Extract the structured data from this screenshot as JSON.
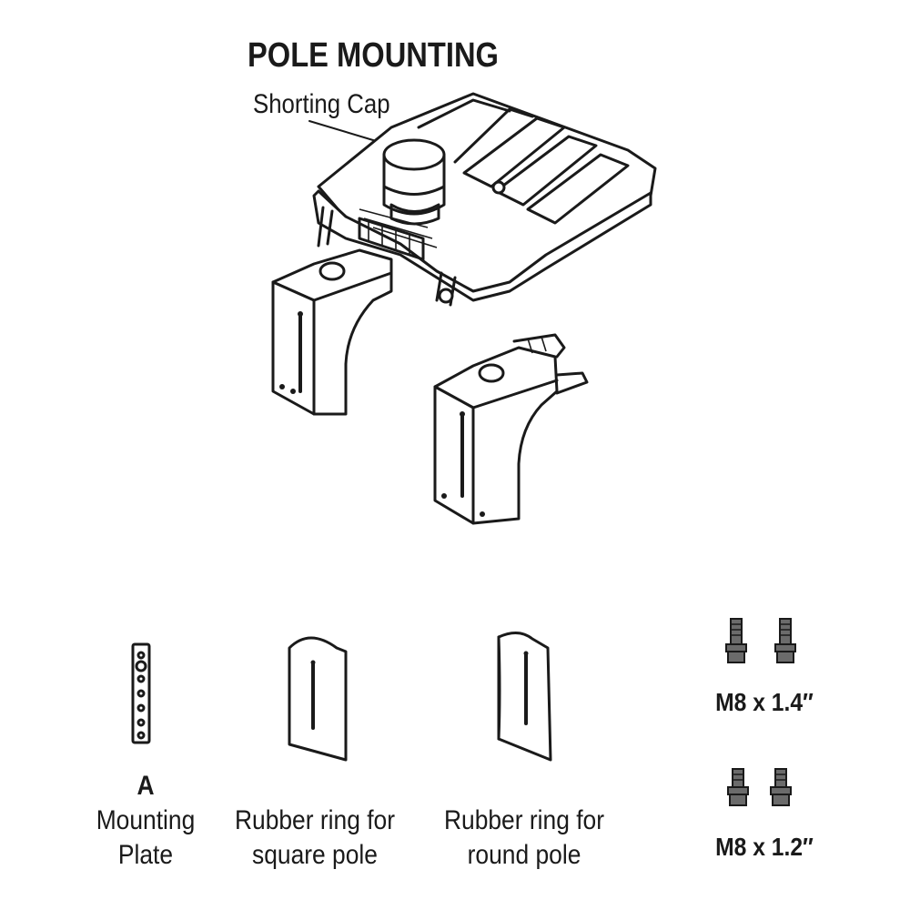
{
  "title": "POLE MOUNTING",
  "callout": {
    "label": "Shorting Cap"
  },
  "parts": [
    {
      "letter": "A",
      "line1": "Mounting",
      "line2": "Plate"
    },
    {
      "line1": "Rubber ring for",
      "line2": "square pole"
    },
    {
      "line1": "Rubber ring for",
      "line2": "round pole"
    }
  ],
  "screws": [
    {
      "label": "M8 x 1.4″",
      "icon": "bolt-icon"
    },
    {
      "label": "M8 x 1.2″",
      "icon": "bolt-icon"
    }
  ]
}
